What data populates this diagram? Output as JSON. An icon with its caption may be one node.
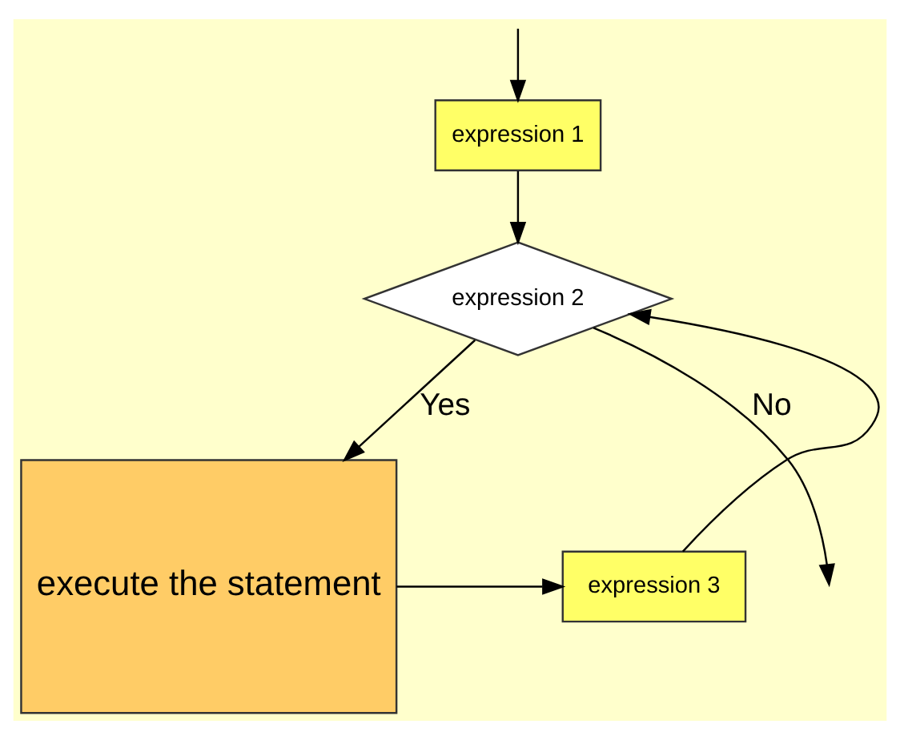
{
  "diagram": {
    "nodes": [
      {
        "text": [
          "expression 1"
        ]
      },
      {
        "text": [
          "expression 2"
        ]
      },
      {
        "text": [
          "execute the statement"
        ]
      },
      {
        "text": [
          "expression 3"
        ]
      }
    ],
    "edges": [
      {
        "from": null,
        "to": 0,
        "arrow": "to"
      },
      {
        "from": 0,
        "to": 1,
        "arrow": "to"
      },
      {
        "from": 1,
        "to": 2,
        "label": "Yes",
        "arrow": "to"
      },
      {
        "from": 2,
        "to": 3,
        "arrow": "to"
      },
      {
        "from": 3,
        "to": 1,
        "arrow": "to"
      },
      {
        "from": 1,
        "to": null,
        "label": "No",
        "arrow": "to"
      }
    ]
  }
}
